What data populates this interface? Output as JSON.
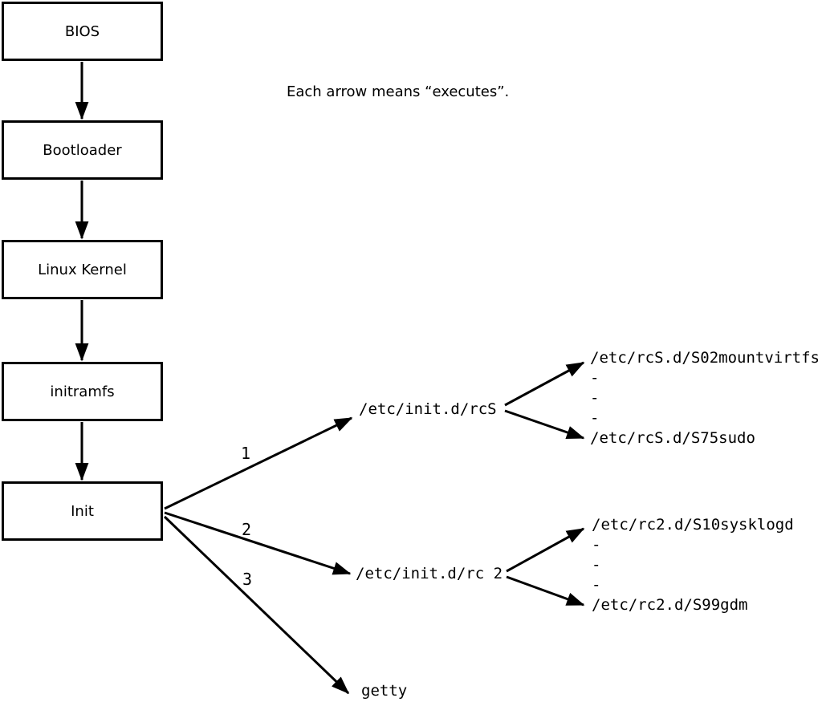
{
  "note": "Each arrow means “executes”.",
  "chain": {
    "boxes": [
      {
        "label": "BIOS"
      },
      {
        "label": "Bootloader"
      },
      {
        "label": "Linux Kernel"
      },
      {
        "label": "initramfs"
      },
      {
        "label": "Init"
      }
    ]
  },
  "branches": [
    {
      "label": "1",
      "target": "/etc/init.d/rcS",
      "children": [
        "/etc/rcS.d/S02mountvirtfs",
        "-",
        "-",
        "-",
        "/etc/rcS.d/S75sudo"
      ]
    },
    {
      "label": "2",
      "target": "/etc/init.d/rc 2",
      "children": [
        "/etc/rc2.d/S10sysklogd",
        "-",
        "-",
        "-",
        "/etc/rc2.d/S99gdm"
      ]
    },
    {
      "label": "3",
      "target": "getty",
      "children": []
    }
  ],
  "colors": {
    "line": "#000000",
    "background": "#ffffff",
    "box_border": "#000000"
  }
}
